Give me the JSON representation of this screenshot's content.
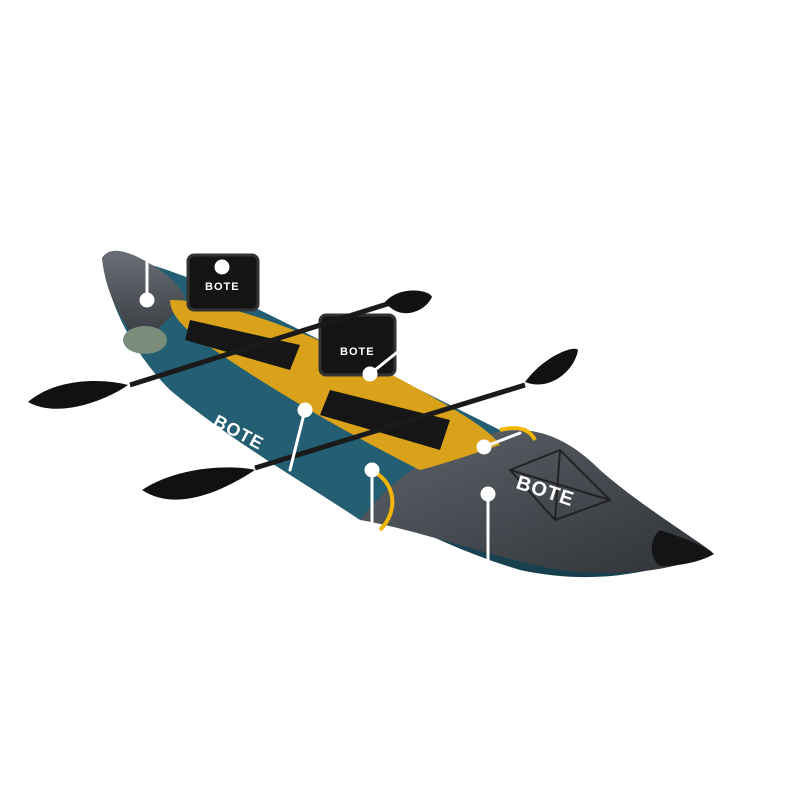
{
  "product": {
    "brand_logo": "BOTE",
    "seat_logo": "BOTE"
  },
  "hotspots": [
    {
      "id": "bow-storage"
    },
    {
      "id": "rear-seat"
    },
    {
      "id": "front-seat"
    },
    {
      "id": "side-handle"
    },
    {
      "id": "deck-pad"
    },
    {
      "id": "cargo-area"
    },
    {
      "id": "stern-bungee"
    }
  ],
  "colors": {
    "hull_teal": "#1f5366",
    "hull_gray": "#4a4f55",
    "accent_yellow": "#f2b600",
    "seat_black": "#141414",
    "paddle_black": "#111111",
    "hotspot": "#ffffff"
  },
  "icons": [
    "hotspot-dot-icon"
  ]
}
